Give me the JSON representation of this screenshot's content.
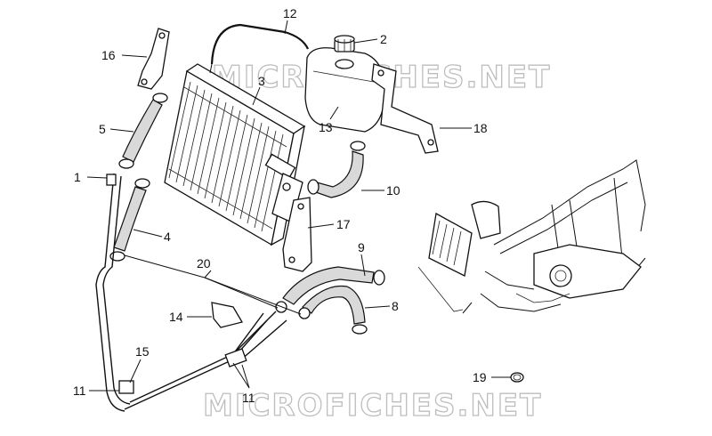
{
  "watermarks": [
    "MICROFICHES.NET",
    "MICROFICHES.NET"
  ],
  "callouts": [
    {
      "id": "c1",
      "label": "1"
    },
    {
      "id": "c2",
      "label": "2"
    },
    {
      "id": "c3",
      "label": "3"
    },
    {
      "id": "c4",
      "label": "4"
    },
    {
      "id": "c5",
      "label": "5"
    },
    {
      "id": "c8",
      "label": "8"
    },
    {
      "id": "c9",
      "label": "9"
    },
    {
      "id": "c10",
      "label": "10"
    },
    {
      "id": "c11a",
      "label": "11"
    },
    {
      "id": "c11b",
      "label": "11"
    },
    {
      "id": "c12",
      "label": "12"
    },
    {
      "id": "c13",
      "label": "13"
    },
    {
      "id": "c14",
      "label": "14"
    },
    {
      "id": "c15",
      "label": "15"
    },
    {
      "id": "c16",
      "label": "16"
    },
    {
      "id": "c17",
      "label": "17"
    },
    {
      "id": "c18",
      "label": "18"
    },
    {
      "id": "c19",
      "label": "19"
    },
    {
      "id": "c20",
      "label": "20"
    }
  ]
}
